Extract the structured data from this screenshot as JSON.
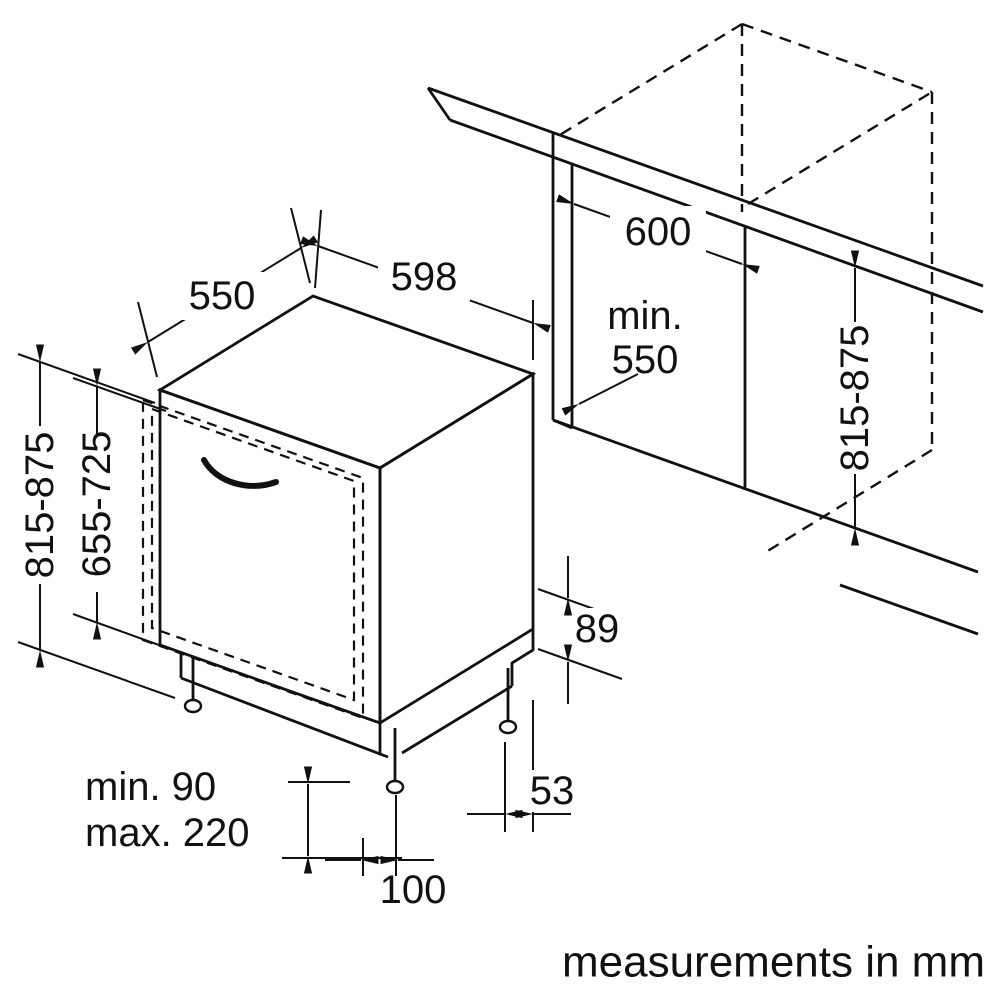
{
  "appliance": {
    "depth_label": "550",
    "width_label": "598",
    "height_label": "815-875",
    "door_height_label": "655-725",
    "plinth_min_label": "min. 90",
    "plinth_max_label": "max. 220",
    "foot_inset_label": "100",
    "side_recess_label": "53",
    "base_step_label": "89"
  },
  "niche": {
    "width_label": "600",
    "depth_min_prefix": "min.",
    "depth_min_value": "550",
    "height_label": "815-875"
  },
  "footer": {
    "note": "measurements in mm"
  },
  "colors": {
    "line": "#111111",
    "background": "#ffffff"
  }
}
